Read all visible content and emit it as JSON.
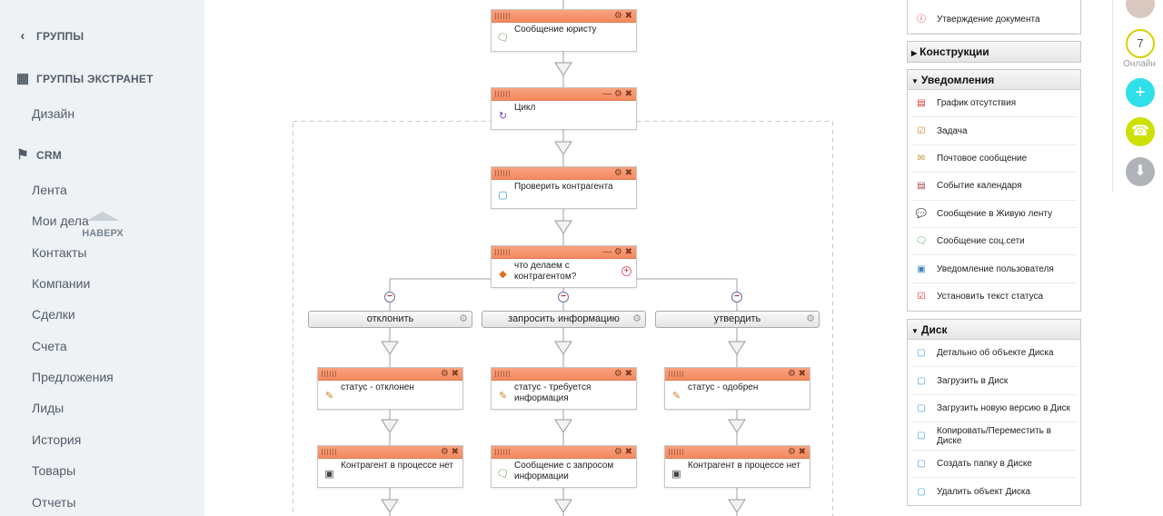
{
  "sidebar": {
    "sections": [
      {
        "label": "ГРУППЫ",
        "icon": "share-icon"
      },
      {
        "label": "ГРУППЫ ЭКСТРАНЕТ",
        "icon": "extranet-icon"
      },
      {
        "label": "CRM",
        "icon": "flag-icon"
      }
    ],
    "items": [
      "Дизайн",
      "Лента",
      "Мои дела",
      "Контакты",
      "Компании",
      "Сделки",
      "Счета",
      "Предложения",
      "Лиды",
      "История",
      "Товары",
      "Отчеты"
    ],
    "scroll_top_label": "НАВЕРХ"
  },
  "workflow": {
    "blocks": [
      {
        "label": "Сообщение юристу",
        "icon": "chat-icon"
      },
      {
        "label": "Цикл",
        "icon": "loop-icon"
      },
      {
        "label": "Проверить контрагента",
        "icon": "check-icon"
      },
      {
        "label": "что делаем с контрагентом?",
        "icon": "question-icon"
      },
      {
        "label": "статус - отклонен",
        "icon": "edit-icon"
      },
      {
        "label": "статус - требуется информация",
        "icon": "edit-icon"
      },
      {
        "label": "статус - одобрен",
        "icon": "edit-icon"
      },
      {
        "label": "Контрагент в процессе нет",
        "icon": "variable-icon"
      },
      {
        "label": "Сообщение с запросом информации",
        "icon": "chat-icon"
      },
      {
        "label": "Контрагент в процессе нет",
        "icon": "variable-icon"
      }
    ],
    "branches": [
      "отклонить",
      "запросить информацию",
      "утвердить"
    ]
  },
  "panel": {
    "top_item": "Утверждение документа",
    "groups": [
      {
        "title": "Конструкции",
        "expanded": false,
        "items": []
      },
      {
        "title": "Уведомления",
        "expanded": true,
        "items": [
          "График отсутствия",
          "Задача",
          "Почтовое сообщение",
          "Событие календаря",
          "Сообщение в Живую ленту",
          "Сообщение соц.сети",
          "Уведомление пользователя",
          "Установить текст статуса"
        ]
      },
      {
        "title": "Диск",
        "expanded": true,
        "items": [
          "Детально об объекте Диска",
          "Загрузить в Диск",
          "Загрузить новую версию в Диск",
          "Копировать/Переместить в Диске",
          "Создать папку в Диске",
          "Удалить объект Диска"
        ]
      }
    ]
  },
  "quickbar": {
    "online_count": "7",
    "online_label": "Онлайн"
  },
  "colors": {
    "block_header": "#f38a5f",
    "sidebar_bg": "#eef2f4",
    "add_button": "#2fe0e8",
    "phone_button": "#cde000",
    "download_button": "#b0b4b8"
  }
}
